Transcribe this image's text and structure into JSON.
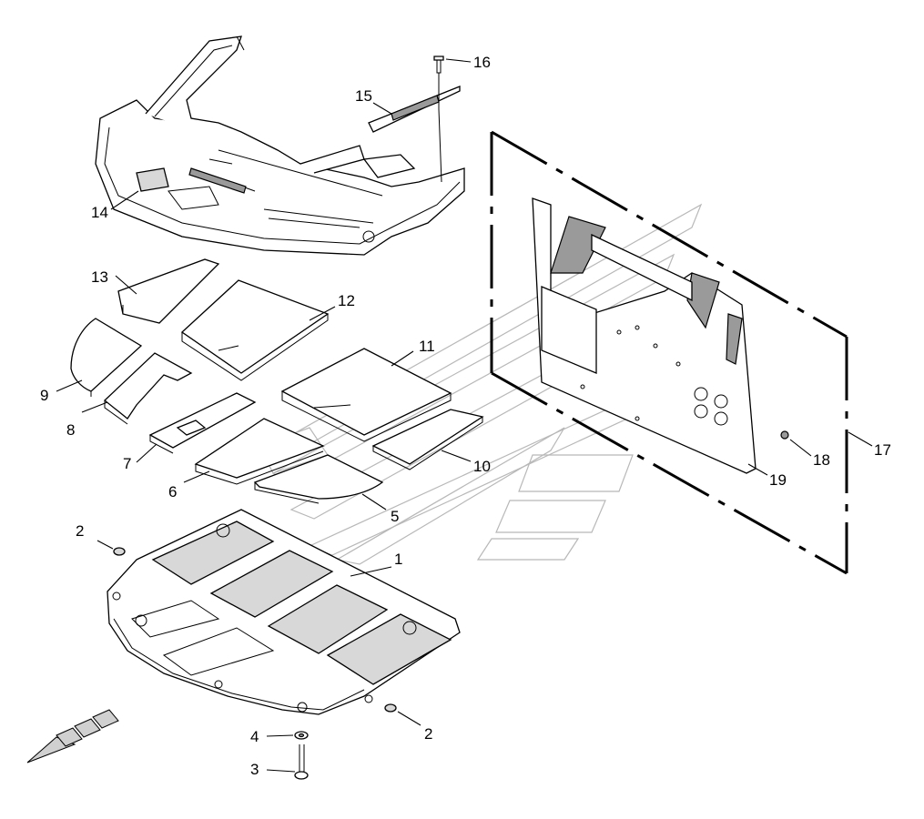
{
  "callouts": [
    {
      "id": "1",
      "text": "1"
    },
    {
      "id": "2a",
      "text": "2"
    },
    {
      "id": "2b",
      "text": "2"
    },
    {
      "id": "3",
      "text": "3"
    },
    {
      "id": "4",
      "text": "4"
    },
    {
      "id": "5",
      "text": "5"
    },
    {
      "id": "6",
      "text": "6"
    },
    {
      "id": "7",
      "text": "7"
    },
    {
      "id": "8",
      "text": "8"
    },
    {
      "id": "9",
      "text": "9"
    },
    {
      "id": "10",
      "text": "10"
    },
    {
      "id": "11",
      "text": "11"
    },
    {
      "id": "12",
      "text": "12"
    },
    {
      "id": "13",
      "text": "13"
    },
    {
      "id": "14",
      "text": "14"
    },
    {
      "id": "15",
      "text": "15"
    },
    {
      "id": "16",
      "text": "16"
    },
    {
      "id": "17",
      "text": "17"
    },
    {
      "id": "18",
      "text": "18"
    },
    {
      "id": "19",
      "text": "19"
    }
  ],
  "colors": {
    "line": "#000000",
    "watermark": "#b8b8b8",
    "arrow": "#d0d0d0"
  },
  "icons": {
    "direction": "forward-arrow-icon",
    "watermark": "brand-watermark-icon"
  }
}
